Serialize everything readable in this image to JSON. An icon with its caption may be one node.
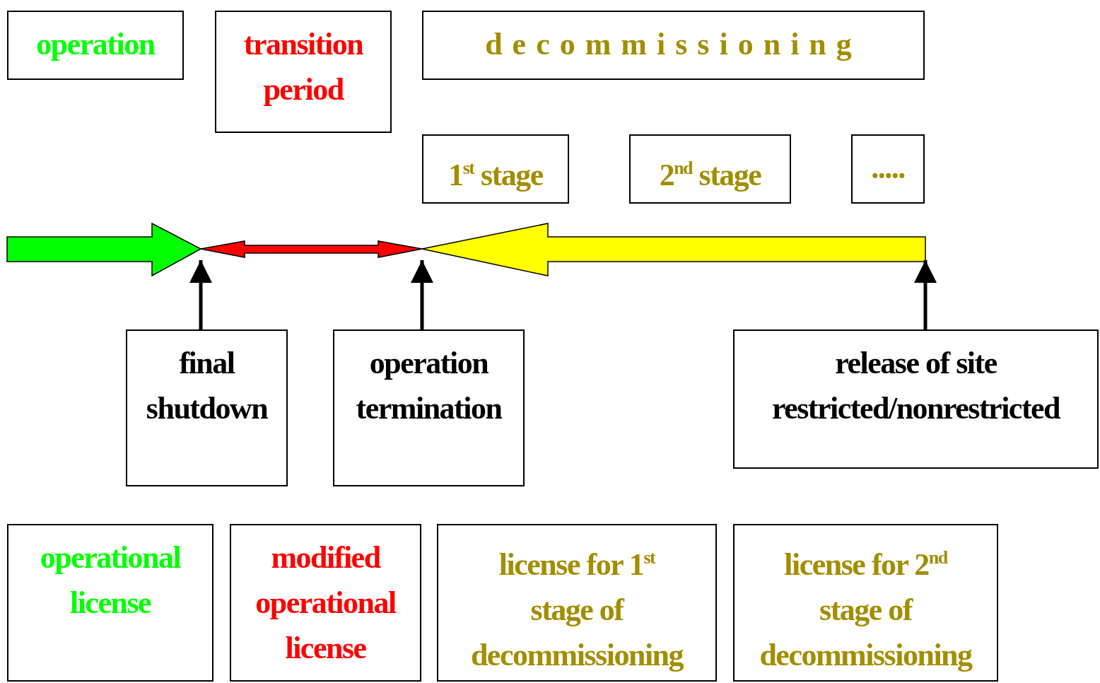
{
  "diagram": {
    "nodes": [
      {
        "text": [
          "operation"
        ]
      },
      {
        "text": [
          "transition period"
        ]
      },
      {
        "text": [
          "decommissioning"
        ]
      },
      {
        "text": [
          "1$^{st}$ stage"
        ]
      },
      {
        "text": [
          "2$^{nd}$ stage"
        ]
      },
      {
        "text": [
          "....."
        ]
      },
      {
        "text": [
          "final shutdown"
        ]
      },
      {
        "text": [
          "operation termination"
        ]
      },
      {
        "text": [
          "release of site restricted/nonrestricted"
        ]
      },
      {
        "text": [
          "operational license"
        ]
      },
      {
        "text": [
          "modified operational license"
        ]
      },
      {
        "text": [
          "license for 1$^{st}$ stage of decommissioning"
        ]
      },
      {
        "text": [
          "license for 2$^{nd}$ stage of decommissioning"
        ]
      }
    ],
    "edges": [
      {
        "from": 6,
        "to": null,
        "arrow": "to"
      },
      {
        "from": 7,
        "to": null,
        "arrow": "to"
      },
      {
        "from": 8,
        "to": null,
        "arrow": "to"
      }
    ]
  }
}
